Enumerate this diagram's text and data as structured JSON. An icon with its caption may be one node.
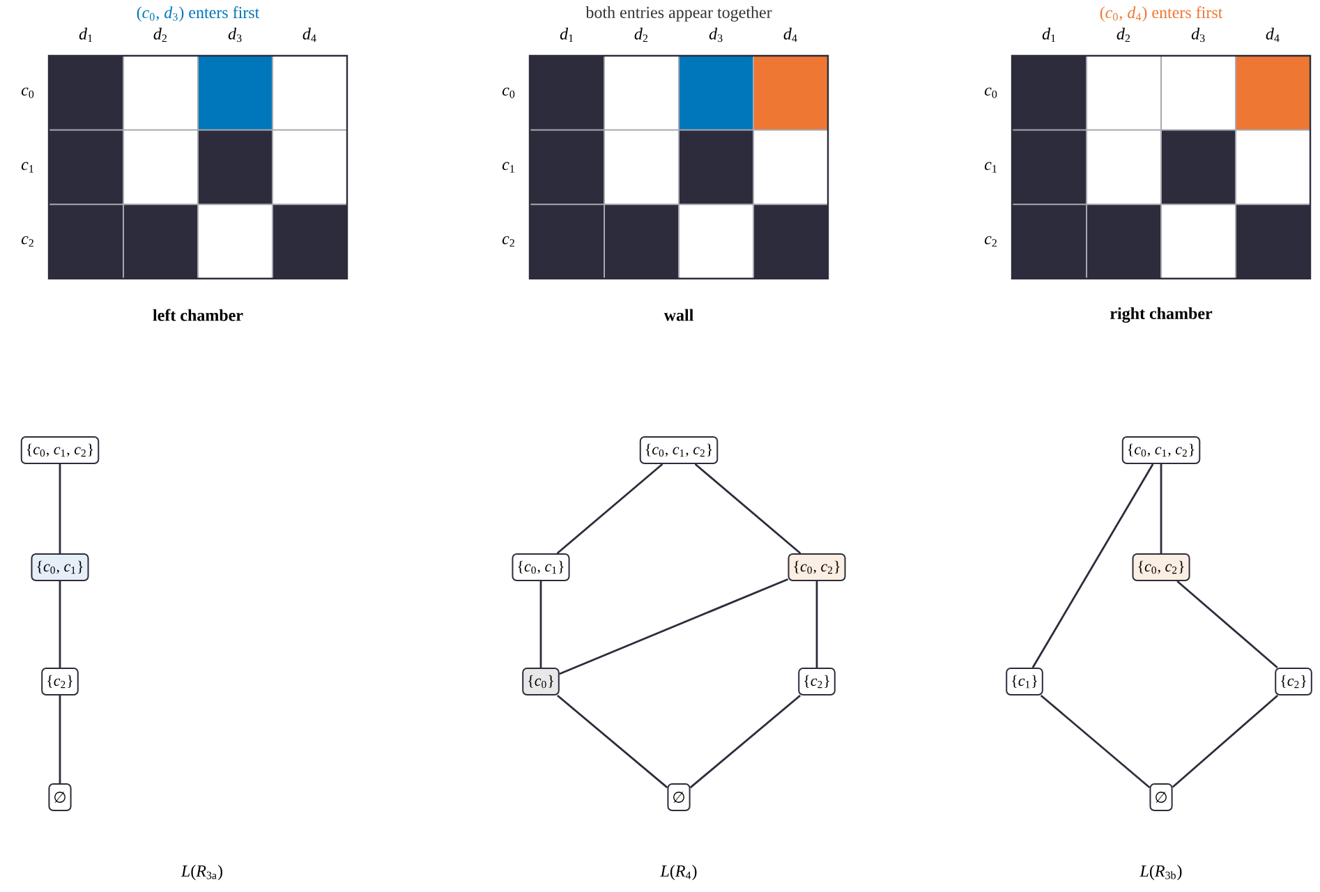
{
  "diagram": {
    "nodes": [
      {
        "text": [
          "{*c*$_{0}$, *c*$_{1}$, *c*$_{2}$}"
        ]
      },
      {
        "text": [
          "{*c*$_{0}$, *c*$_{1}$}"
        ]
      },
      {
        "text": [
          "{*c*$_{2}$}"
        ]
      },
      {
        "text": [
          "∅"
        ]
      },
      {
        "text": [
          "{*c*$_{0}$, *c*$_{1}$, *c*$_{2}$}"
        ]
      },
      {
        "text": [
          "{*c*$_{0}$, *c*$_{1}$}"
        ]
      },
      {
        "text": [
          "{*c*$_{0}$, *c*$_{2}$}"
        ]
      },
      {
        "text": [
          "{*c*$_{0}$}"
        ]
      },
      {
        "text": [
          "{*c*$_{2}$}"
        ]
      },
      {
        "text": [
          "∅"
        ]
      },
      {
        "text": [
          "{*c*$_{0}$, *c*$_{1}$, *c*$_{2}$}"
        ]
      },
      {
        "text": [
          "{*c*$_{0}$, *c*$_{2}$}"
        ]
      },
      {
        "text": [
          "{*c*$_{1}$}"
        ]
      },
      {
        "text": [
          "{*c*$_{2}$}"
        ]
      },
      {
        "text": [
          "∅"
        ]
      }
    ],
    "edges": [
      {
        "from": 0,
        "to": 1,
        "arrow": "none"
      },
      {
        "from": 1,
        "to": 2,
        "arrow": "none"
      },
      {
        "from": 2,
        "to": 3,
        "arrow": "none"
      },
      {
        "from": 4,
        "to": 5,
        "arrow": "none"
      },
      {
        "from": 4,
        "to": 6,
        "arrow": "none"
      },
      {
        "from": 5,
        "to": 7,
        "arrow": "none"
      },
      {
        "from": 6,
        "to": 7,
        "arrow": "none"
      },
      {
        "from": 6,
        "to": 8,
        "arrow": "none"
      },
      {
        "from": 7,
        "to": 9,
        "arrow": "none"
      },
      {
        "from": 8,
        "to": 9,
        "arrow": "none"
      },
      {
        "from": 10,
        "to": 11,
        "arrow": "none"
      },
      {
        "from": 10,
        "to": 12,
        "arrow": "none"
      },
      {
        "from": 11,
        "to": 13,
        "arrow": "none"
      },
      {
        "from": 12,
        "to": 14,
        "arrow": "none"
      },
      {
        "from": 13,
        "to": 14,
        "arrow": "none"
      }
    ],
    "labels": [
      "(*c*$_{0}$, *d*$_{3}$) enters first",
      "*d*$_{1}$",
      "*d*$_{2}$",
      "*d*$_{3}$",
      "*d*$_{4}$",
      "*c*$_{0}$",
      "*c*$_{1}$",
      "*c*$_{2}$",
      "left chamber",
      "both entries appear together",
      "*d*$_{1}$",
      "*d*$_{2}$",
      "*d*$_{3}$",
      "*d*$_{4}$",
      "*c*$_{0}$",
      "*c*$_{1}$",
      "*c*$_{2}$",
      "wall",
      "(*c*$_{0}$, *d*$_{4}$) enters first",
      "*d*$_{1}$",
      "*d*$_{2}$",
      "*d*$_{3}$",
      "*d*$_{4}$",
      "*c*$_{0}$",
      "*c*$_{1}$",
      "*c*$_{2}$",
      "right chamber",
      "*L*(*R*$_{3a}$)",
      "*L*(*R*$_{4}$)",
      "*L*(*R*$_{3b}$)"
    ]
  }
}
